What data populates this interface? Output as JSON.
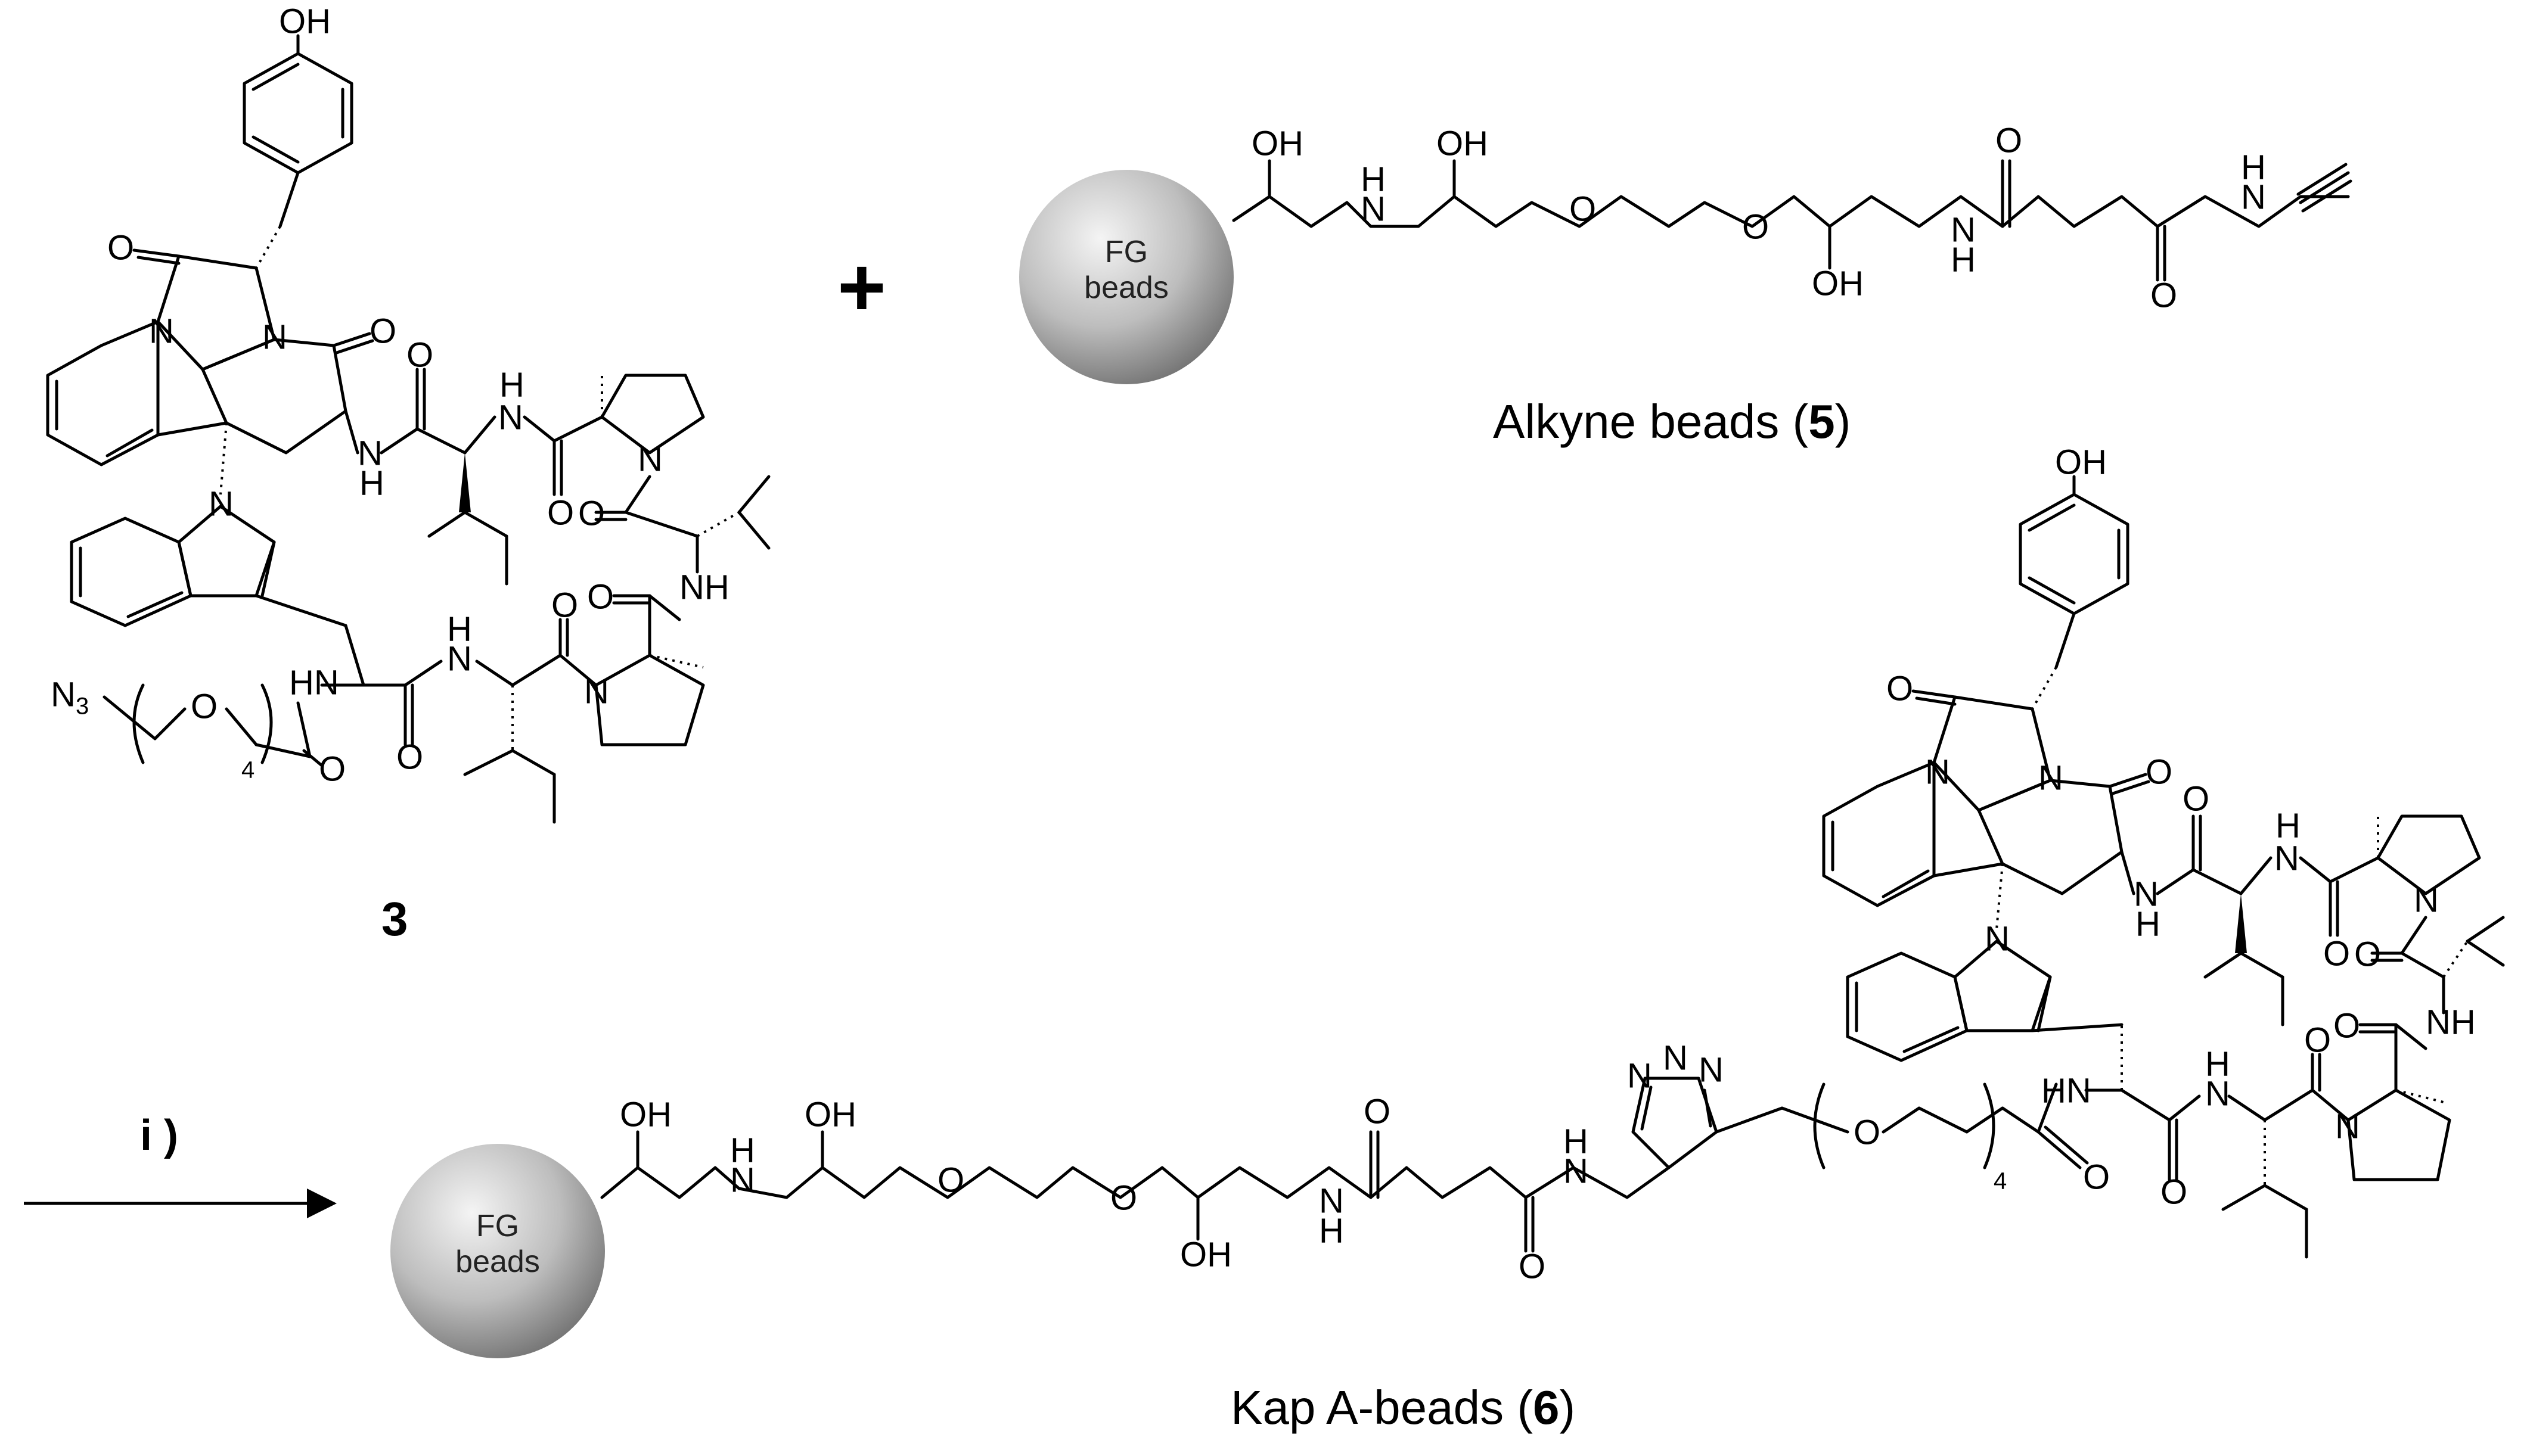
{
  "scheme": {
    "plus_sign": "+",
    "reaction_condition": "i )",
    "compound_3": {
      "label": "3",
      "atom_labels": {
        "oh_phenol": "OH",
        "o_lactam1": "O",
        "o_lactam2": "O",
        "n_ring1": "N",
        "n_ring2": "N",
        "n_indole": "N",
        "nh_amide1": "H",
        "n_amide1": "N",
        "nh_amide2": "H",
        "n_amide2": "N",
        "o_amide1": "O",
        "o_amide2": "O",
        "n_pro1": "N",
        "o_amide3": "O",
        "nh_amide3": "NH",
        "o_amide4": "O",
        "n_pro2": "N",
        "o_amide5": "O",
        "nh_amide4": "H",
        "n_amide4": "N",
        "o_amide6": "O",
        "hn_amide5": "HN",
        "o_carbonyl_peg": "O",
        "azide": "N",
        "azide_sub": "3",
        "o_peg": "O",
        "peg_repeat": "4"
      }
    },
    "alkyne_beads": {
      "bead_line1": "FG",
      "bead_line2": "beads",
      "caption_text": "Alkyne beads (",
      "caption_number": "5",
      "caption_close": ")",
      "atom_labels": {
        "oh1": "OH",
        "nh1": "H",
        "n1": "N",
        "oh2": "OH",
        "o_ether1": "O",
        "o_ether2": "O",
        "oh3": "OH",
        "nh2": "H",
        "n2": "N",
        "o_carbonyl1": "O",
        "o_carbonyl2": "O",
        "nh3": "H",
        "n3": "N"
      }
    },
    "kap_a_beads": {
      "bead_line1": "FG",
      "bead_line2": "beads",
      "caption_text": "Kap A-beads (",
      "caption_number": "6",
      "caption_close": ")",
      "atom_labels": {
        "oh1": "OH",
        "nh1": "H",
        "n1": "N",
        "oh2": "OH",
        "o_ether1": "O",
        "o_ether2": "O",
        "oh3": "OH",
        "nh2": "H",
        "n2": "N",
        "o_carbonyl1": "O",
        "o_carbonyl2": "O",
        "nh3": "H",
        "n3": "N",
        "triazole_n1": "N",
        "triazole_n2": "N",
        "triazole_n3": "N",
        "o_peg": "O",
        "peg_repeat": "4",
        "o_carbonyl_peg": "O",
        "hn_amide": "HN",
        "oh_phenol": "OH",
        "o_lactam1": "O",
        "o_lactam2": "O",
        "n_ring1": "N",
        "n_ring2": "N",
        "n_indole": "N",
        "nh_a1": "H",
        "n_a1": "N",
        "nh_a2": "H",
        "n_a2": "N",
        "o_a1": "O",
        "o_a2": "O",
        "n_pro1": "N",
        "o_a3": "O",
        "nh_a3": "NH",
        "o_a4": "O",
        "n_pro2": "N",
        "o_a5": "O",
        "nh_a4": "H",
        "n_a4": "N",
        "o_a6": "O"
      }
    }
  },
  "colors": {
    "bead_highlight": "#f4f4f4",
    "bead_shadow": "#6e6e6e",
    "ink": "#000000"
  }
}
